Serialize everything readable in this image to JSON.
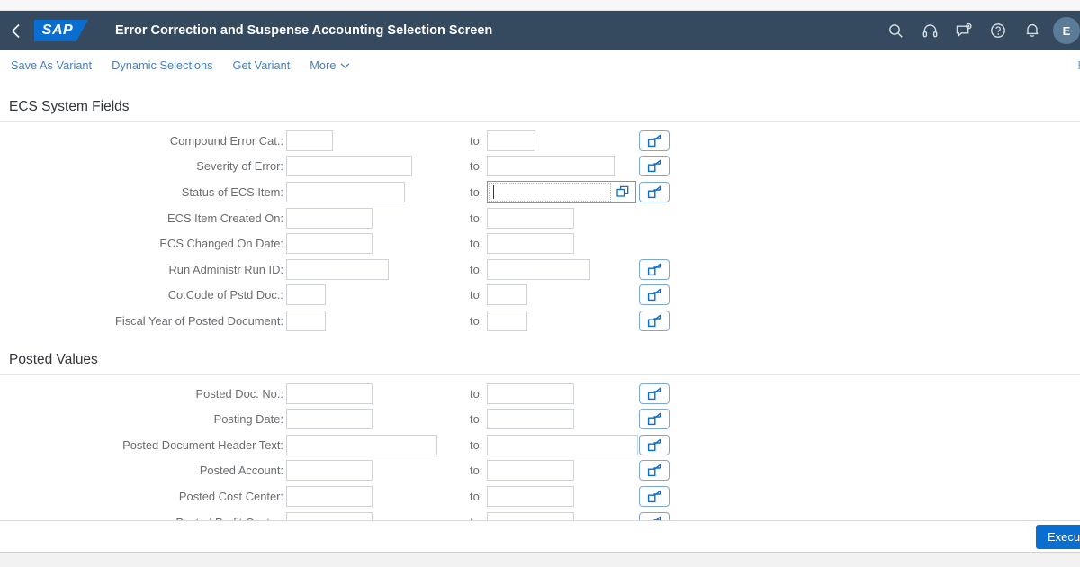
{
  "shellbar": {
    "back_icon": "chevron-left-icon",
    "logo_text": "SAP",
    "title": "Error Correction and Suspense Accounting Selection Screen",
    "actions": [
      {
        "icon": "search-icon",
        "name": "search"
      },
      {
        "icon": "headset-icon",
        "name": "support"
      },
      {
        "icon": "chat-icon",
        "name": "messages"
      },
      {
        "icon": "help-icon",
        "name": "help"
      },
      {
        "icon": "bell-icon",
        "name": "notifications"
      }
    ],
    "avatar_initial": "E"
  },
  "toolbar": {
    "save_as_variant": "Save As Variant",
    "dynamic_selections": "Dynamic Selections",
    "get_variant": "Get Variant",
    "more": "More",
    "more_chevron": "chevron-down-icon",
    "right_label": "E"
  },
  "sections": [
    {
      "title": "ECS System Fields",
      "rows": [
        {
          "label": "Compound Error Cat.:",
          "from_value": "",
          "from_width": 52,
          "to_label": "to:",
          "to_value": "",
          "to_width": 54,
          "has_multi": true,
          "focused": false
        },
        {
          "label": "Severity of Error:",
          "from_value": "",
          "from_width": 140,
          "to_label": "to:",
          "to_value": "",
          "to_width": 142,
          "has_multi": true,
          "focused": false
        },
        {
          "label": "Status of ECS Item:",
          "from_value": "",
          "from_width": 132,
          "to_label": "to:",
          "to_value": "",
          "to_width": 136,
          "has_multi": true,
          "focused": true
        },
        {
          "label": "ECS Item Created On:",
          "from_value": "",
          "from_width": 96,
          "to_label": "to:",
          "to_value": "",
          "to_width": 97,
          "has_multi": false,
          "focused": false
        },
        {
          "label": "ECS Changed On Date:",
          "from_value": "",
          "from_width": 96,
          "to_label": "to:",
          "to_value": "",
          "to_width": 97,
          "has_multi": false,
          "focused": false
        },
        {
          "label": "Run Administr Run ID:",
          "from_value": "",
          "from_width": 114,
          "to_label": "to:",
          "to_value": "",
          "to_width": 115,
          "has_multi": true,
          "focused": false
        },
        {
          "label": "Co.Code of Pstd Doc.:",
          "from_value": "",
          "from_width": 44,
          "to_label": "to:",
          "to_value": "",
          "to_width": 45,
          "has_multi": true,
          "focused": false
        },
        {
          "label": "Fiscal Year of Posted Document:",
          "from_value": "",
          "from_width": 44,
          "to_label": "to:",
          "to_value": "",
          "to_width": 45,
          "has_multi": true,
          "focused": false
        }
      ]
    },
    {
      "title": "Posted Values",
      "rows": [
        {
          "label": "Posted Doc. No.:",
          "from_value": "",
          "from_width": 96,
          "to_label": "to:",
          "to_value": "",
          "to_width": 97,
          "has_multi": true,
          "focused": false
        },
        {
          "label": "Posting Date:",
          "from_value": "",
          "from_width": 96,
          "to_label": "to:",
          "to_value": "",
          "to_width": 97,
          "has_multi": true,
          "focused": false
        },
        {
          "label": "Posted Document Header Text:",
          "from_value": "",
          "from_width": 168,
          "to_label": "to:",
          "to_value": "",
          "to_width": 168,
          "has_multi": true,
          "focused": false
        },
        {
          "label": "Posted Account:",
          "from_value": "",
          "from_width": 96,
          "to_label": "to:",
          "to_value": "",
          "to_width": 97,
          "has_multi": true,
          "focused": false
        },
        {
          "label": "Posted Cost Center:",
          "from_value": "",
          "from_width": 96,
          "to_label": "to:",
          "to_value": "",
          "to_width": 97,
          "has_multi": true,
          "focused": false
        },
        {
          "label": "Posted Profit Center:",
          "from_value": "",
          "from_width": 96,
          "to_label": "to:",
          "to_value": "",
          "to_width": 97,
          "has_multi": true,
          "focused": false
        }
      ]
    }
  ],
  "footer": {
    "execute_label": "Execute"
  },
  "colors": {
    "shellbar_bg": "#354a5f",
    "accent_blue": "#0a6ed1",
    "link_blue": "#4a7fbd",
    "label_grey": "#6a6d70",
    "field_border": "#cfd3d7"
  }
}
